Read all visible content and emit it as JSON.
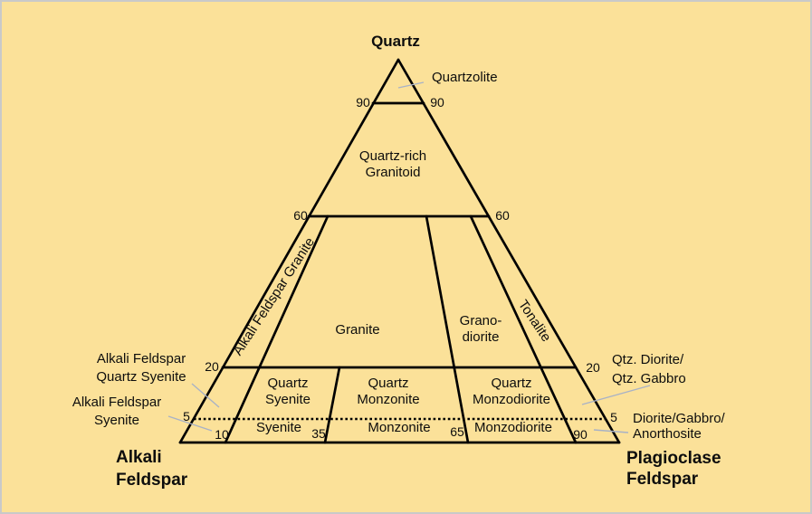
{
  "colors": {
    "background": "#FBE199",
    "line": "#000000",
    "leader_line": "#A8B2C6",
    "text": "#0D0D0D"
  },
  "apex_label": "Quartz",
  "corners": {
    "bottom_left": [
      "Alkali",
      "Feldspar"
    ],
    "bottom_right": [
      "Plagioclase",
      "Feldspar"
    ]
  },
  "fields": {
    "quartzolite": "Quartzolite",
    "quartz_rich_granitoid": [
      "Quartz-rich",
      "Granitoid"
    ],
    "alkali_feldspar_granite": "Alkali Feldspar Granite",
    "granite": "Granite",
    "granodiorite": [
      "Grano-",
      "diorite"
    ],
    "tonalite": "Tonalite",
    "quartz_syenite": [
      "Quartz",
      "Syenite"
    ],
    "quartz_monzonite": [
      "Quartz",
      "Monzonite"
    ],
    "quartz_monzodiorite": [
      "Quartz",
      "Monzodiorite"
    ],
    "syenite": "Syenite",
    "monzonite": "Monzonite",
    "monzodiorite": "Monzodiorite"
  },
  "outside_labels": {
    "alkali_feldspar_quartz_syenite": [
      "Alkali Feldspar",
      "Quartz Syenite"
    ],
    "alkali_feldspar_syenite": [
      "Alkali Feldspar",
      "Syenite"
    ],
    "qtz_diorite_gabbro": [
      "Qtz. Diorite/",
      "Qtz. Gabbro"
    ],
    "diorite_gabbro_anorthosite": [
      "Diorite/Gabbro/",
      "Anorthosite"
    ]
  },
  "ticks": {
    "q90_left": "90",
    "q90_right": "90",
    "q60_left": "60",
    "q60_right": "60",
    "q20_left": "20",
    "q20_right": "20",
    "q5_left": "5",
    "q5_right": "5",
    "p10": "10",
    "p35": "35",
    "p65": "65",
    "p90": "90"
  }
}
